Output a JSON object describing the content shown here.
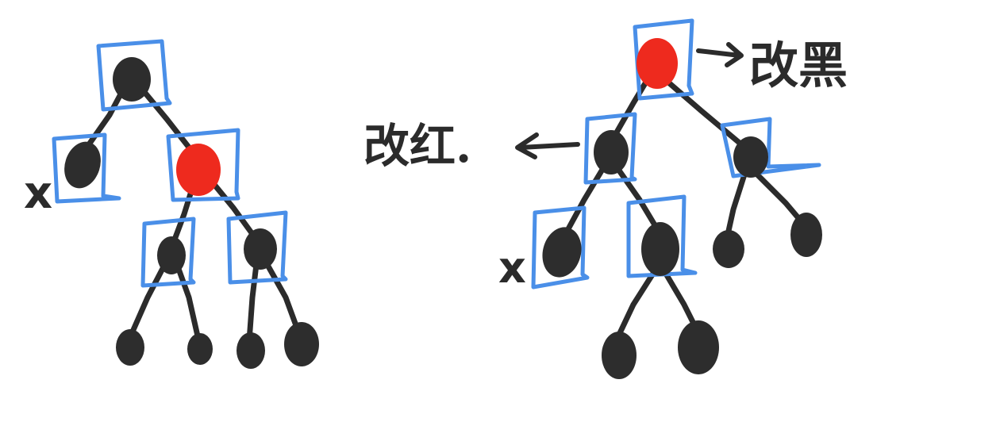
{
  "colors": {
    "black_node": "#2d2d2d",
    "red_node": "#ee2a1e",
    "frame": "#4a8fe8",
    "ink": "#2b2b2b"
  },
  "left_tree": {
    "x_mark": "x"
  },
  "right_tree": {
    "x_mark": "x",
    "annotation_right": "改黑",
    "annotation_left": "改红."
  }
}
